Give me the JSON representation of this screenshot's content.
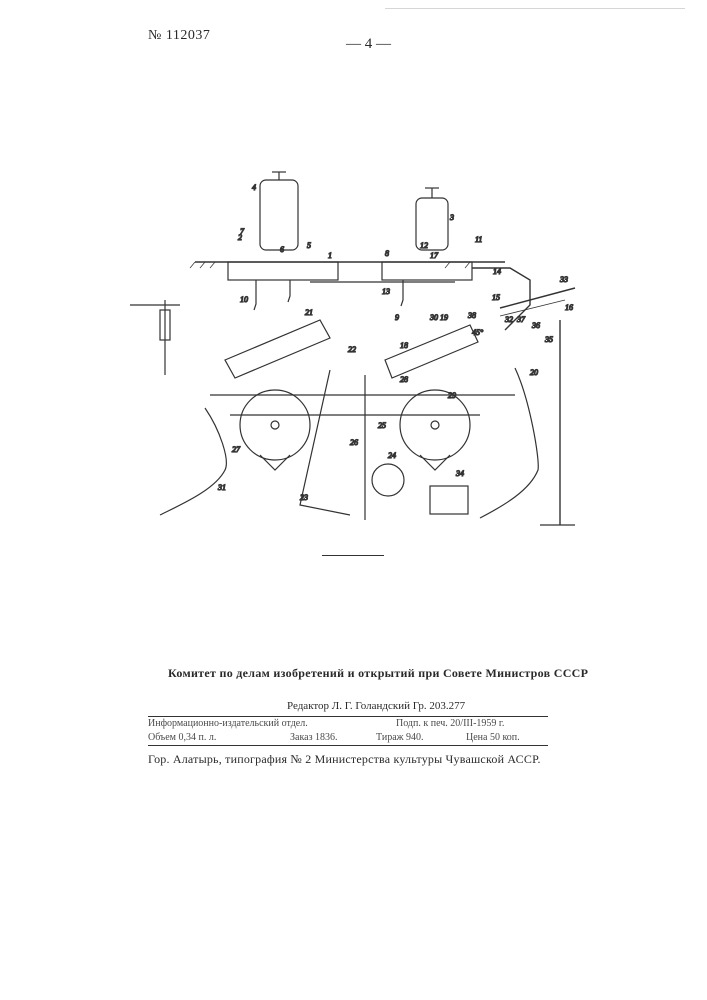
{
  "header": {
    "patent_number": "№ 112037",
    "page_number": "— 4 —"
  },
  "drawing": {
    "part_labels": [
      "1",
      "2",
      "3",
      "4",
      "5",
      "6",
      "7",
      "8",
      "9",
      "10",
      "11",
      "12",
      "13",
      "14",
      "15",
      "16",
      "17",
      "18",
      "19",
      "20",
      "21",
      "22",
      "23",
      "24",
      "25",
      "26",
      "27",
      "28",
      "29",
      "30",
      "31",
      "32",
      "33",
      "34",
      "35",
      "36",
      "37",
      "38",
      "45°"
    ]
  },
  "footer": {
    "committee": "Комитет по делам изобретений и открытий при Совете Министров СССР",
    "editor": "Редактор Л. Г. Голандский Гр. 203.277",
    "imprint": [
      {
        "left": "Информационно-издательский отдел.",
        "middle": "",
        "right": "Подп. к печ. 20/III-1959 г."
      },
      {
        "left": "Объем 0,34 п. л.",
        "middle": "Заказ 1836.",
        "right_a": "Тираж 940.",
        "right_b": "Цена 50 коп."
      }
    ],
    "printer": "Гор. Алатырь, типография № 2 Министерства культуры Чувашской АССР."
  }
}
